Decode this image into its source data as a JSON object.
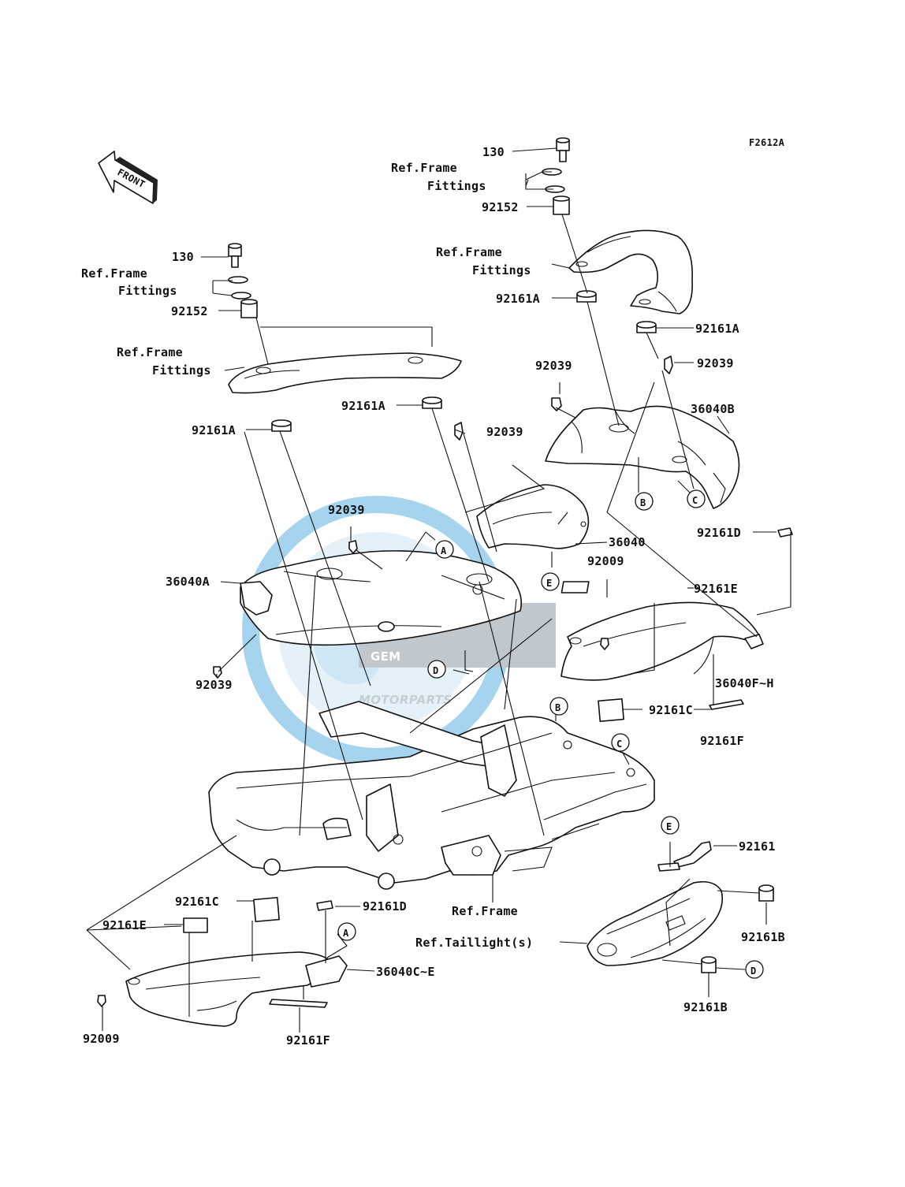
{
  "diagram_code": "F2612A",
  "front_label": "FRONT",
  "watermark": {
    "logo": "GEM",
    "sub": "MOTORPARTS",
    "color": "#4aa3d8"
  },
  "labels": {
    "l130_right": "130",
    "ref_frame_r1": "Ref.Frame",
    "fittings_r1": "Fittings",
    "p92152_right": "92152",
    "ref_frame_r2": "Ref.Frame",
    "fittings_r2": "Fittings",
    "p92161a_r1": "92161A",
    "p92161a_r2": "92161A",
    "p92039_r1": "92039",
    "p92039_r2": "92039",
    "p36040b": "36040B",
    "p92161d_r": "92161D",
    "l130_left": "130",
    "ref_frame_l1": "Ref.Frame",
    "fittings_l1": "Fittings",
    "p92152_left": "92152",
    "ref_frame_l2": "Ref.Frame",
    "fittings_l2": "Fittings",
    "p92161a_l1": "92161A",
    "p92161a_l2": "92161A",
    "p92039_mid": "92039",
    "p92039_l": "92039",
    "p36040": "36040",
    "p92009_r": "92009",
    "p92161e_r": "92161E",
    "p36040a": "36040A",
    "p92039_bl": "92039",
    "p36040fh": "36040F~H",
    "p92161c_r": "92161C",
    "p92161f_r": "92161F",
    "p92161": "92161",
    "p92161c_l": "92161C",
    "p92161d_l": "92161D",
    "p92161e_l": "92161E",
    "ref_frame_bottom": "Ref.Frame",
    "ref_taillight": "Ref.Taillight(s)",
    "p92161b_1": "92161B",
    "p92161b_2": "92161B",
    "p36040ce": "36040C~E",
    "p92009_l": "92009",
    "p92161f_l": "92161F"
  },
  "callouts": {
    "A1": "A",
    "A2": "A",
    "B1": "B",
    "B2": "B",
    "C1": "C",
    "C2": "C",
    "D1": "D",
    "D2": "D",
    "E1": "E",
    "E2": "E"
  }
}
